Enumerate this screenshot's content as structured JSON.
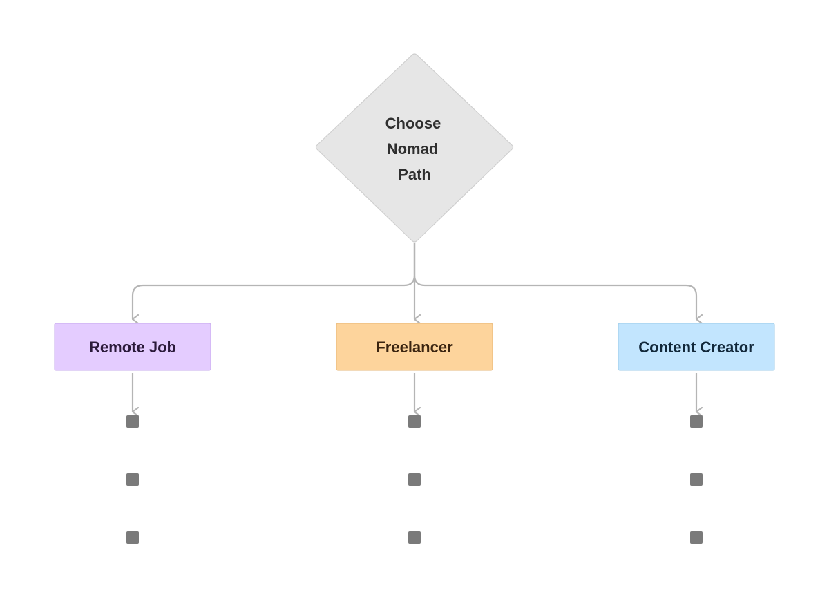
{
  "decision": {
    "lines": [
      "Choose",
      "Nomad",
      "Path"
    ],
    "fill": "#e6e6e6",
    "stroke": "#cfcfcf"
  },
  "options": [
    {
      "label": "Remote Job",
      "fill": "#e4ccff",
      "stroke": "#c6a8ec",
      "text_color": "#2b1a3a"
    },
    {
      "label": "Freelancer",
      "fill": "#fdd49c",
      "stroke": "#e6b676",
      "text_color": "#3a2410"
    },
    {
      "label": "Content Creator",
      "fill": "#c2e5fe",
      "stroke": "#9ccbe8",
      "text_color": "#12283a"
    }
  ],
  "placeholders_per_option": 3,
  "placeholder_color": "#7a7a7a",
  "connector_color": "#b5b5b5"
}
